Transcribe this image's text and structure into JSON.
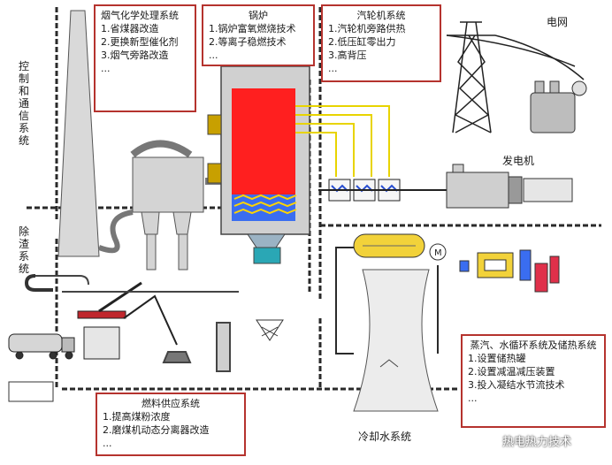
{
  "labels": {
    "control_system": "控制和通信系统",
    "slag_system": "除渣系统",
    "grid": "电网",
    "generator": "发电机",
    "cooling_water": "冷却水系统",
    "watermark": "热电热力技术"
  },
  "flue_gas_box": {
    "title": "烟气化学处理系统",
    "items": [
      "1.省煤器改造",
      "2.更换新型催化剂",
      "3.烟气旁路改造",
      "..."
    ]
  },
  "boiler_box": {
    "title": "锅炉",
    "items": [
      "1.锅炉富氧燃烧技术",
      "2.等离子稳燃技术",
      "..."
    ]
  },
  "turbine_box": {
    "title": "汽轮机系统",
    "items": [
      "1.汽轮机旁路供热",
      "2.低压缸零出力",
      "3.高背压",
      "..."
    ]
  },
  "fuel_box": {
    "title": "燃料供应系统",
    "items": [
      "1.提高煤粉浓度",
      "2.磨煤机动态分离器改造",
      "..."
    ]
  },
  "steam_box": {
    "title": "蒸汽、水循环系统及储热系统",
    "items": [
      "1.设置储热罐",
      "2.设置减温减压装置",
      "3.投入凝结水节流技术",
      "..."
    ]
  },
  "colors": {
    "box_border": "#b5332e",
    "boiler_fire": "#ff1f1f",
    "steam_line": "#e8d400",
    "pipe": "#2a2a2a",
    "equipment_gray": "#cfcfcf"
  }
}
